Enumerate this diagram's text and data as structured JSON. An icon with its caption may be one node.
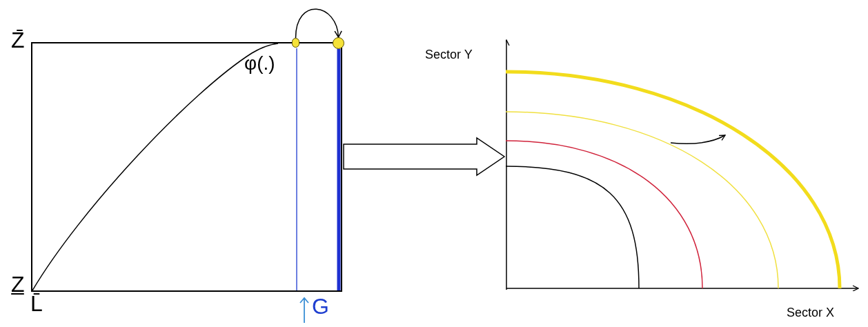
{
  "diagram": {
    "nodes": [
      {
        "text": [],
        "shape": "box",
        "beside": [
          "Z̄",
          "Z̲",
          "L̄",
          "G"
        ]
      },
      {
        "text": [],
        "shape": "circle"
      },
      {
        "text": [],
        "shape": "circle"
      },
      {
        "text": [],
        "shape": "picture",
        "beside": [
          "Sector Y",
          "Sector X"
        ]
      }
    ],
    "edges": [
      {
        "from": 1,
        "to": 2,
        "arrow": "to"
      },
      {
        "from": 0,
        "to": 3,
        "arrow": "to",
        "style": "thick"
      }
    ],
    "labels": [
      "φ(.)"
    ]
  }
}
